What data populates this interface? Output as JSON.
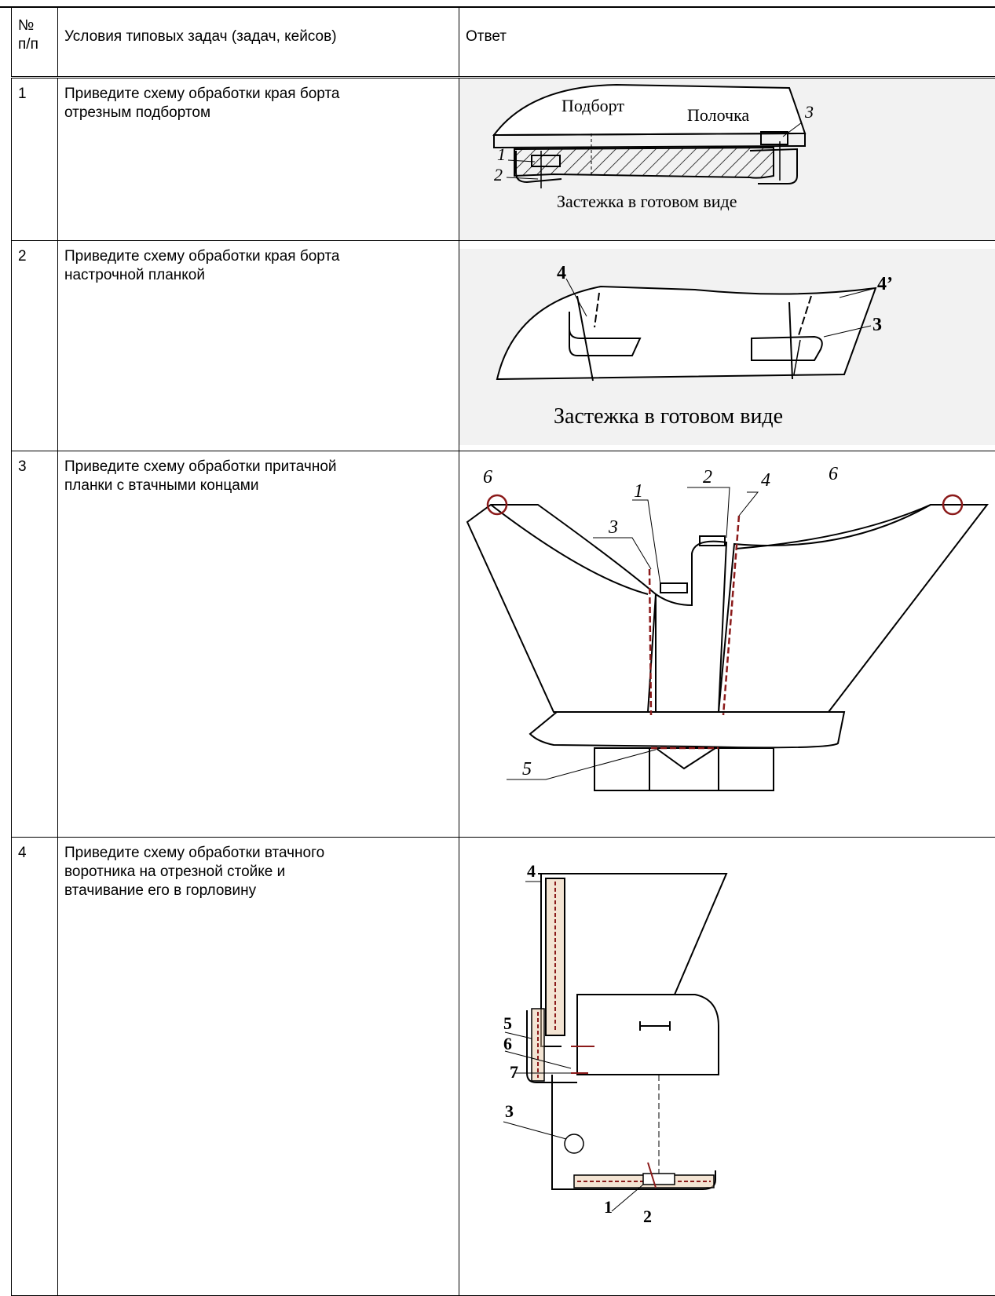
{
  "table": {
    "headers": {
      "num": "№\nп/п",
      "condition": "Условия типовых задач (задач, кейсов)",
      "answer": "Ответ"
    },
    "rows": [
      {
        "num": "1",
        "condition": "Приведите схему обработки края борта\nотрезным подбортом",
        "figure": {
          "labels": [
            "Подборт",
            "Полочка",
            "1",
            "2",
            "3"
          ],
          "caption": "Застежка в готовом виде"
        }
      },
      {
        "num": "2",
        "condition": "Приведите схему обработки края борта\nнастрочной планкой",
        "figure": {
          "labels": [
            "4",
            "4’",
            "3"
          ],
          "caption": "Застежка в готовом виде"
        }
      },
      {
        "num": "3",
        "condition": "Приведите схему обработки притачной\nпланки с втачными концами",
        "figure": {
          "labels": [
            "6",
            "1",
            "3",
            "2",
            "4",
            "6",
            "5"
          ]
        }
      },
      {
        "num": "4",
        "condition": "Приведите схему обработки втачного\nворотника на отрезной стойке и\nвтачивание его в горловину",
        "figure": {
          "labels": [
            "4",
            "5",
            "6",
            "7",
            "3",
            "1",
            "2"
          ]
        }
      }
    ]
  },
  "colors": {
    "stitch": "#8b1a1a",
    "seam_fill": "#e8c9a8"
  }
}
